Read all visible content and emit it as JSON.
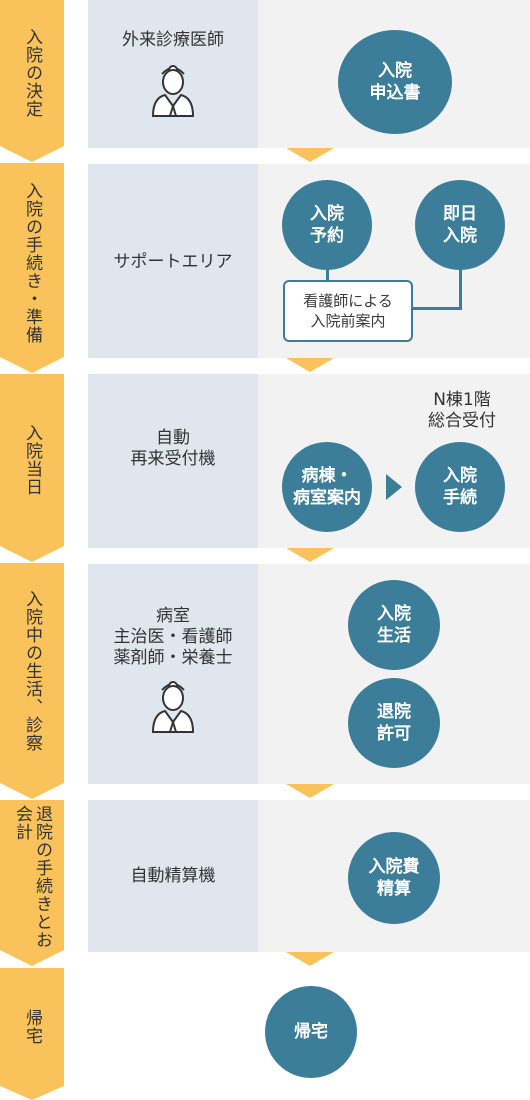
{
  "stages": [
    {
      "id": "decision",
      "label": "入院の決定"
    },
    {
      "id": "procedure",
      "label": "入院の手続き・準備"
    },
    {
      "id": "admission_day",
      "label": "入院当日"
    },
    {
      "id": "stay",
      "label": "入院中の生活、診察"
    },
    {
      "id": "discharge",
      "label": "退院の手続きとお会計"
    },
    {
      "id": "home",
      "label": "帰宅"
    }
  ],
  "rows": {
    "decision": {
      "who": "外来診療医師",
      "circle": "入院\n申込書"
    },
    "procedure": {
      "where": "サポートエリア",
      "circle_a": "入院\n予約",
      "circle_b": "即日\n入院",
      "note": "看護師による\n入院前案内"
    },
    "admission_day": {
      "where": "自動\n再来受付機",
      "circle_a": "病棟・\n病室案内",
      "circle_b": "入院\n手続",
      "location_note": "N棟1階\n総合受付"
    },
    "stay": {
      "who": "病室\n主治医・看護師\n薬剤師・栄養士",
      "circle_a": "入院\n生活",
      "circle_b": "退院\n許可"
    },
    "discharge": {
      "where": "自動精算機",
      "circle": "入院費\n精算"
    },
    "home": {
      "circle": "帰宅"
    }
  },
  "colors": {
    "stage": "#f9c25a",
    "mid_bg": "#dfe6ee",
    "right_bg": "#f2f2f2",
    "circle": "#3c7d99"
  }
}
